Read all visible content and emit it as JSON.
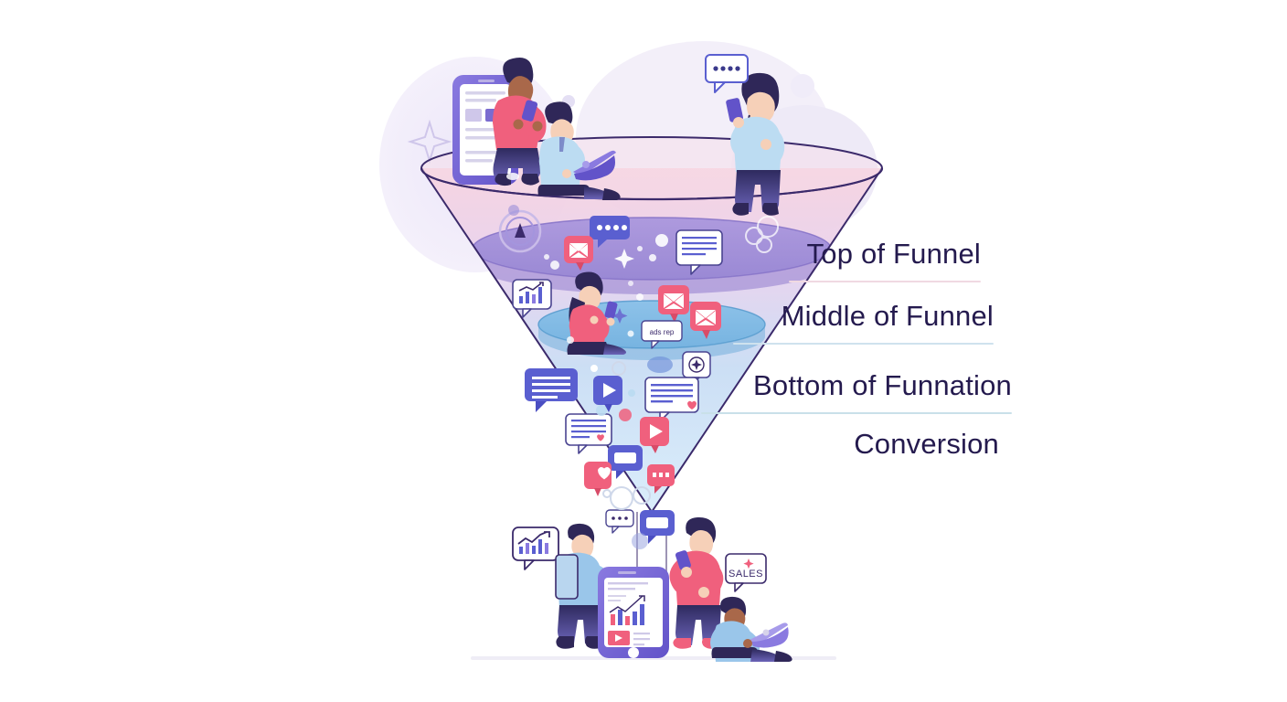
{
  "illustration": {
    "title_alt": "Marketing funnel infographic",
    "background_color": "#ffffff"
  },
  "funnel": {
    "rim_stroke": "#3b2a6b",
    "band_top_color": "#9b86d6",
    "band_mid_color": "#79b6e2",
    "cone_top_color": "#f6d6e2",
    "cone_bottom_color": "#cfe6f7"
  },
  "stages": [
    {
      "id": "top-of-funnel",
      "label": "Top of Funnel",
      "rule_color": "#f0d9e2"
    },
    {
      "id": "middle-of-funnel",
      "label": "Middle of Funnel",
      "rule_color": "#cfe2ee"
    },
    {
      "id": "bottom-of-funnel",
      "label": "Bottom of Funnation",
      "rule_color": "#c9e0e9"
    },
    {
      "id": "conversion",
      "label": "Conversion",
      "rule_color": "transparent"
    }
  ],
  "bubbles": {
    "typing_dots": "••••",
    "sales_label": "SALES",
    "ads_rep_label": "ads rep",
    "small_dots": "••••"
  },
  "icons": {
    "mail": "mail-icon",
    "play": "play-icon",
    "heart": "heart-icon",
    "chat": "chat-bubble-icon",
    "chart": "bar-chart-icon",
    "sparkle": "sparkle-icon",
    "star_badge": "star-badge-icon",
    "laptop": "laptop-icon",
    "smartphone": "smartphone-icon"
  },
  "colors": {
    "text": "#241a4e",
    "accent_pink": "#f0607d",
    "accent_blue": "#5a5fd0",
    "accent_purple": "#6c4fd0",
    "skin_light": "#f6d0b8",
    "skin_dark": "#a9684a"
  }
}
